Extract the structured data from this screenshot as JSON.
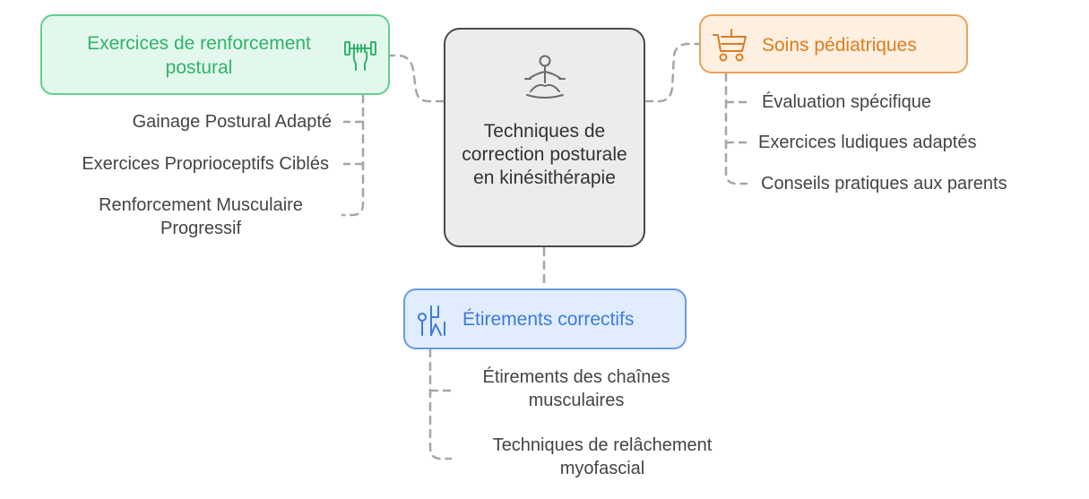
{
  "center": {
    "title": "Techniques de correction posturale en kinésithérapie",
    "icon": "meditation-icon"
  },
  "branches": {
    "renforcement": {
      "title": "Exercices de renforcement postural",
      "icon": "dumbbell-hand-icon",
      "color": "#2fb36a",
      "items": [
        "Gainage Postural Adapté",
        "Exercices Proprioceptifs Ciblés",
        "Renforcement Musculaire Progressif"
      ]
    },
    "pediatrie": {
      "title": "Soins pédiatriques",
      "icon": "stroller-icon",
      "color": "#e07b1e",
      "items": [
        "Évaluation spécifique",
        "Exercices ludiques adaptés",
        "Conseils pratiques aux parents"
      ]
    },
    "etirements": {
      "title": "Étirements correctifs",
      "icon": "stretching-person-icon",
      "color": "#3c7be0",
      "items": [
        "Étirements des chaînes musculaires",
        "Techniques de relâchement myofascial"
      ]
    }
  }
}
